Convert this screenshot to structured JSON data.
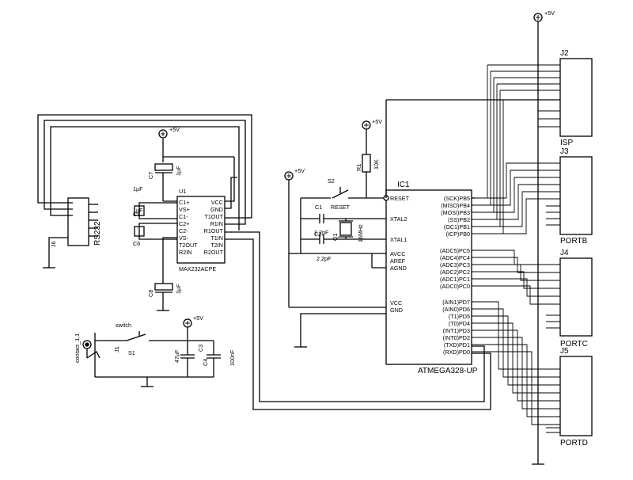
{
  "supply": "+5V",
  "switch": {
    "title": "switch",
    "ref": "S1"
  },
  "contact": {
    "ref": "contact_1,1",
    "jack": "J1"
  },
  "caps": {
    "c1": "C1",
    "c2": "C2",
    "c3": "C3",
    "c4": "C4",
    "c5": "C5",
    "c6": "C6",
    "c7": "C7",
    "c8": "C8",
    "pf": "2.2pF",
    "uf1": "1µF",
    "uf47": "47µF",
    "nf100": "100nF"
  },
  "crystal": {
    "ref": "Q1",
    "freq": "16MHz"
  },
  "resistor": {
    "ref": "R1",
    "value": "10K"
  },
  "reset": {
    "ref": "S2",
    "label": "RESET"
  },
  "rs232": {
    "label": "RS232",
    "ref": "J6"
  },
  "max232": {
    "ref": "U1",
    "part": "MAX232ACPE",
    "left_pins": [
      "C1+",
      "VS+",
      "C1-",
      "C2+",
      "C2-",
      "VS-",
      "T2OUT",
      "R2IN"
    ],
    "right_pins": [
      "VCC",
      "GND",
      "T1OUT",
      "R1IN",
      "R1OUT",
      "T1IN",
      "T2IN",
      "R2OUT"
    ]
  },
  "mcu": {
    "ref": "IC1",
    "part": "ATMEGA328-UP",
    "left_pins": [
      "RESET",
      "XTAL2",
      "XTAL1",
      "AVCC",
      "AREF",
      "AGND",
      "VCC",
      "GND"
    ],
    "portb": [
      "(SCK)PB5",
      "(MISO)PB4",
      "(MOSI)PB3",
      "(SS)PB2",
      "(OC1)PB1",
      "(ICP)PB0"
    ],
    "portc": [
      "(ADC5)PC5",
      "(ADC4)PC4",
      "(ADC3)PC3",
      "(ADC2)PC2",
      "(ADC1)PC1",
      "(ADC0)PC0"
    ],
    "portd": [
      "(AIN1)PD7",
      "(AIN0)PD6",
      "(T1)PD5",
      "(T0)PD4",
      "(INT1)PD3",
      "(INT0)PD2",
      "(TXD)PD1",
      "(RXD)PD0"
    ]
  },
  "connectors": [
    {
      "ref": "J2",
      "label": "ISP"
    },
    {
      "ref": "J3",
      "label": "PORTB"
    },
    {
      "ref": "J4",
      "label": "PORTC"
    },
    {
      "ref": "J5",
      "label": "PORTD"
    }
  ]
}
